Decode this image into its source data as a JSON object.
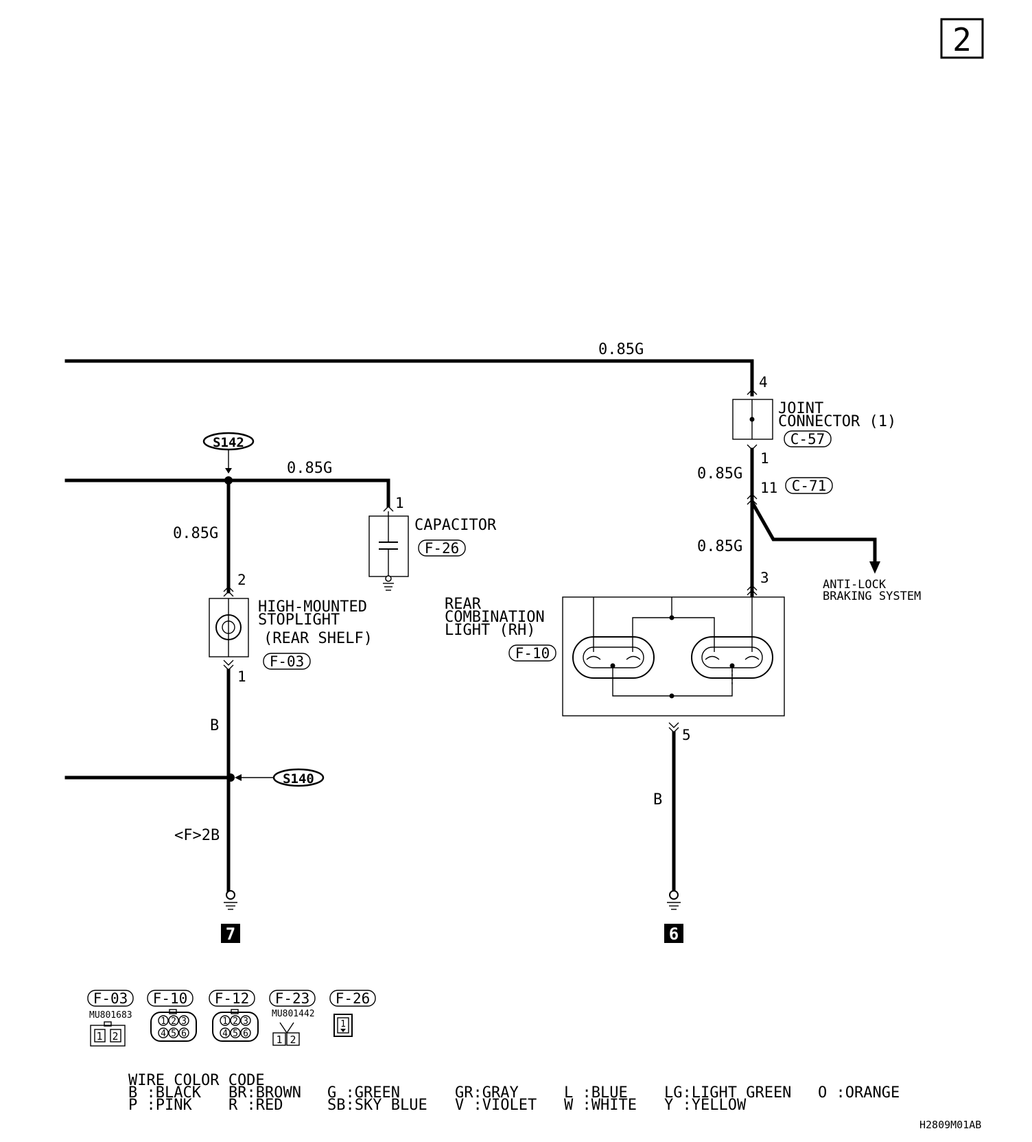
{
  "page_number": "2",
  "wires": {
    "top_wire": "0.85G",
    "s142_to_capacitor": "0.85G",
    "stoplight_upper": "0.85G",
    "joint_lower": "0.85G",
    "rear_light_upper": "0.85G",
    "stoplight_lower": "B",
    "rear_light_lower": "B",
    "ground_7_wire": "<F>2B"
  },
  "splices": {
    "s142": "S142",
    "s140": "S140"
  },
  "components": {
    "joint_connector": {
      "line1": "JOINT",
      "line2": "CONNECTOR (1)",
      "connector": "C-57",
      "pin_top": "4",
      "pin_bottom": "1"
    },
    "c71": {
      "pin": "11",
      "connector": "C-71"
    },
    "capacitor": {
      "name": "CAPACITOR",
      "connector": "F-26",
      "pin": "1"
    },
    "stoplight": {
      "line1": "HIGH-MOUNTED",
      "line2": "STOPLIGHT",
      "line3": "(REAR SHELF)",
      "connector": "F-03",
      "pin_top": "2",
      "pin_bottom": "1"
    },
    "rear_light": {
      "line1": "REAR",
      "line2": "COMBINATION",
      "line3": "LIGHT (RH)",
      "connector": "F-10",
      "pin_top": "3",
      "pin_bottom": "5"
    },
    "abs": {
      "line1": "ANTI-LOCK",
      "line2": "BRAKING SYSTEM"
    }
  },
  "grounds": {
    "g7": "7",
    "g6": "6"
  },
  "connector_views": [
    {
      "label": "F-03",
      "part": "MU801683",
      "pins": [
        "1",
        "2"
      ]
    },
    {
      "label": "F-10",
      "part": "",
      "pins": [
        "1",
        "2",
        "3",
        "4",
        "5",
        "6"
      ]
    },
    {
      "label": "F-12",
      "part": "",
      "pins": [
        "1",
        "2",
        "3",
        "4",
        "5",
        "6"
      ]
    },
    {
      "label": "F-23",
      "part": "MU801442",
      "pins": [
        "1",
        "2"
      ]
    },
    {
      "label": "F-26",
      "part": "",
      "pins": [
        "1"
      ]
    }
  ],
  "wire_color_code": {
    "title": "WIRE COLOR CODE",
    "row1": [
      "B :BLACK",
      "BR:BROWN",
      "G :GREEN",
      "GR:GRAY",
      "L :BLUE",
      "LG:LIGHT GREEN",
      "O :ORANGE"
    ],
    "row2": [
      "P :PINK",
      "R :RED",
      "SB:SKY BLUE",
      "V :VIOLET",
      "W :WHITE",
      "Y :YELLOW"
    ]
  },
  "drawing_code": "H2809M01AB"
}
